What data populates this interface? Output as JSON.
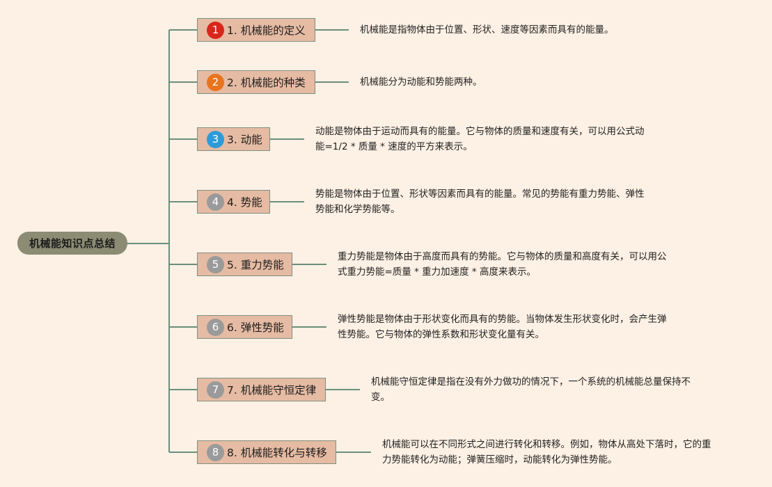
{
  "root": {
    "label": "机械能知识点总结"
  },
  "colors": {
    "background": "#fdf0e4",
    "line": "#6a8f7c",
    "topic_fill": "#e6bba3",
    "root_fill": "#8b8c73",
    "badge_red": "#d9261c",
    "badge_orange": "#e8741d",
    "badge_blue": "#2d9bd9",
    "badge_gray": "#9a9a9a"
  },
  "topics": [
    {
      "number": "1",
      "title": "1. 机械能的定义",
      "badge_color": "#d9261c",
      "desc": [
        "机械能是指物体由于位置、形状、速度等因素而具有的能量。"
      ]
    },
    {
      "number": "2",
      "title": "2. 机械能的种类",
      "badge_color": "#e8741d",
      "desc": [
        "机械能分为动能和势能两种。"
      ]
    },
    {
      "number": "3",
      "title": "3. 动能",
      "badge_color": "#2d9bd9",
      "desc": [
        "动能是物体由于运动而具有的能量。它与物体的质量和速度有关，可以用公式动",
        "能=1/2 * 质量 * 速度的平方来表示。"
      ]
    },
    {
      "number": "4",
      "title": "4. 势能",
      "badge_color": "#9a9a9a",
      "desc": [
        "势能是物体由于位置、形状等因素而具有的能量。常见的势能有重力势能、弹性",
        "势能和化学势能等。"
      ]
    },
    {
      "number": "5",
      "title": "5. 重力势能",
      "badge_color": "#9a9a9a",
      "desc": [
        "重力势能是物体由于高度而具有的势能。它与物体的质量和高度有关，可以用公",
        "式重力势能=质量 * 重力加速度 * 高度来表示。"
      ]
    },
    {
      "number": "6",
      "title": "6. 弹性势能",
      "badge_color": "#9a9a9a",
      "desc": [
        "弹性势能是物体由于形状变化而具有的势能。当物体发生形状变化时，会产生弹",
        "性势能。它与物体的弹性系数和形状变化量有关。"
      ]
    },
    {
      "number": "7",
      "title": "7. 机械能守恒定律",
      "badge_color": "#9a9a9a",
      "desc": [
        "机械能守恒定律是指在没有外力做功的情况下，一个系统的机械能总量保持不",
        "变。"
      ]
    },
    {
      "number": "8",
      "title": "8. 机械能转化与转移",
      "badge_color": "#9a9a9a",
      "desc": [
        "机械能可以在不同形式之间进行转化和转移。例如，物体从高处下落时，它的重",
        "力势能转化为动能；弹簧压缩时，动能转化为弹性势能。"
      ]
    }
  ]
}
